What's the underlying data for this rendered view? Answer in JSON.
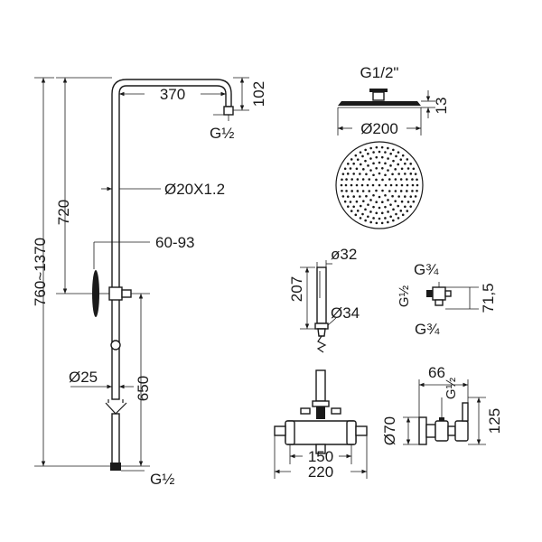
{
  "labels": {
    "arm_length": "370",
    "arm_height": "102",
    "arm_thread": "G½",
    "pipe_diameter": "Ø20X1.2",
    "upper_height": "720",
    "adjust_range": "60-93",
    "total_height": "760~1370",
    "lower_diameter": "Ø25",
    "lower_height": "650",
    "bottom_thread": "G½",
    "head_thread": "G1/2\"",
    "head_thickness": "13",
    "head_diameter": "Ø200",
    "hand_diameter": "ø32",
    "hand_length": "207",
    "hand_base_diameter": "Ø34",
    "elbow_top": "G¾",
    "elbow_side": "G½",
    "elbow_bottom": "G¾",
    "elbow_height": "71,5",
    "valve_depth": "66",
    "valve_thread": "G½",
    "valve_height": "125",
    "valve_diameter": "Ø70",
    "mixer_centers": "150",
    "mixer_width": "220"
  }
}
